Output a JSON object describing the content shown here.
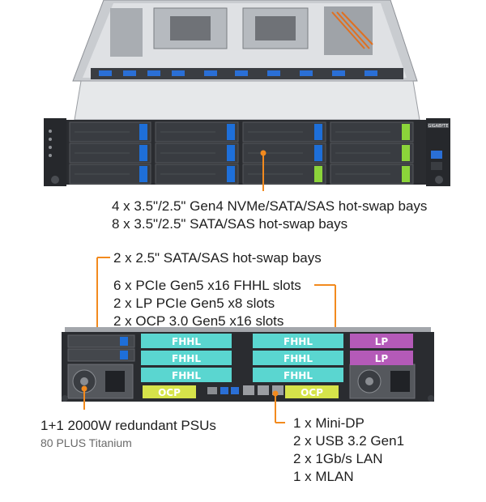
{
  "front_bays": {
    "line1": "4 x 3.5\"/2.5\" Gen4 NVMe/SATA/SAS hot-swap bays",
    "line2": "8 x 3.5\"/2.5\" SATA/SAS hot-swap bays"
  },
  "rear_bays": {
    "line1": "2 x 2.5\" SATA/SAS hot-swap bays"
  },
  "pcie": {
    "line1": "6 x PCIe Gen5 x16 FHHL slots",
    "line2": "2 x LP PCIe Gen5 x8 slots",
    "line3": "2 x OCP 3.0 Gen5 x16 slots"
  },
  "psu": {
    "title": "1+1 2000W redundant PSUs",
    "subtitle": "80 PLUS Titanium"
  },
  "io": {
    "line1": "1 x Mini-DP",
    "line2": "2 x USB 3.2 Gen1",
    "line3": "2 x 1Gb/s LAN",
    "line4": "1 x MLAN"
  },
  "rear_labels": {
    "fhhl": "FHHL",
    "lp": "LP",
    "ocp": "OCP"
  },
  "brand": "GIGABYTE",
  "colors": {
    "accent": "#f28a1e",
    "fhhl": "#5ad6d0",
    "lp": "#b45ab8",
    "ocp": "#d6e34a",
    "nvme_latch": "#8bd43a",
    "sata_latch": "#1e6fd9",
    "chassis": "#2a2c30"
  }
}
